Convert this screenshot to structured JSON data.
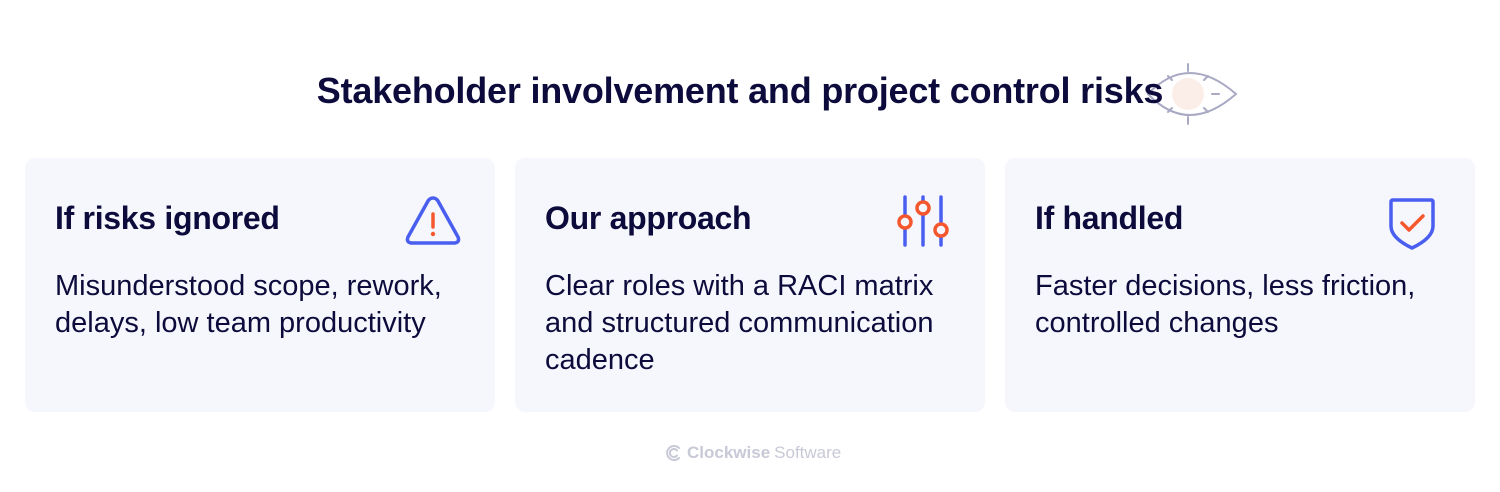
{
  "header": {
    "title": "Stakeholder involvement and project control risks",
    "decoration_icon": "eye-icon"
  },
  "cards": [
    {
      "heading": "If risks ignored",
      "body": "Misunderstood scope, rework, delays, low team productivity",
      "icon": "warning-triangle-icon"
    },
    {
      "heading": "Our approach",
      "body": "Clear roles with a RACI matrix and structured communication cadence",
      "icon": "sliders-icon"
    },
    {
      "heading": "If handled",
      "body": "Faster decisions, less friction, controlled changes",
      "icon": "shield-check-icon"
    }
  ],
  "footer": {
    "brand_bold": "Clockwise",
    "brand_light": "Software"
  },
  "colors": {
    "primary_blue": "#4a5ef0",
    "accent_orange": "#f5582e",
    "text_dark": "#0c0b3c",
    "card_bg": "#f6f7fc"
  }
}
